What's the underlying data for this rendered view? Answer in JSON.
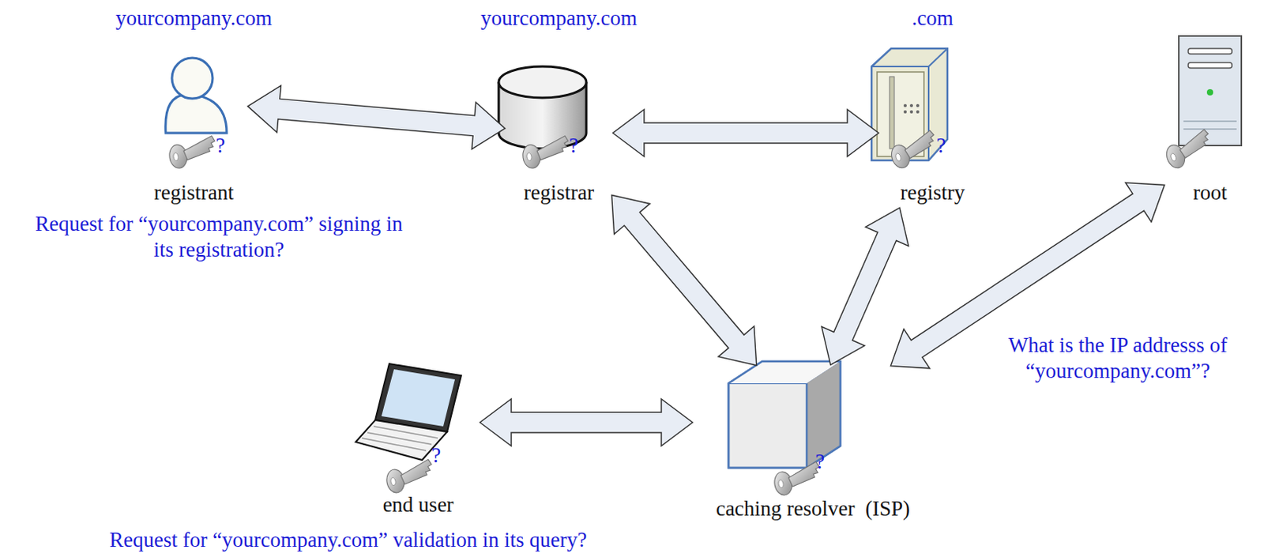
{
  "diagram": {
    "nodes": [
      {
        "text": [
          "yourcompany.com",
          "registrant"
        ]
      },
      {
        "text": [
          "yourcompany.com",
          "registrar"
        ]
      },
      {
        "text": [
          ".com",
          "registry"
        ]
      },
      {
        "text": [
          "root"
        ]
      },
      {
        "text": [
          "end user"
        ]
      },
      {
        "text": [
          "caching resolver  (ISP)"
        ]
      }
    ],
    "edges": [
      {
        "from": 0,
        "to": 1,
        "arrow": "both"
      },
      {
        "from": 1,
        "to": 2,
        "arrow": "both"
      },
      {
        "from": 5,
        "to": 1,
        "arrow": "both"
      },
      {
        "from": 5,
        "to": 2,
        "arrow": "both"
      },
      {
        "from": 5,
        "to": 3,
        "arrow": "both"
      },
      {
        "from": 4,
        "to": 5,
        "arrow": "both"
      }
    ],
    "labels": [
      "Request for “yourcompany.com” signing in its registration?",
      "What is the IP addresss of “yourcompany.com”?",
      "Request for “yourcompany.com” validation in its query?",
      "?",
      "?",
      "?",
      "?",
      "?"
    ]
  }
}
